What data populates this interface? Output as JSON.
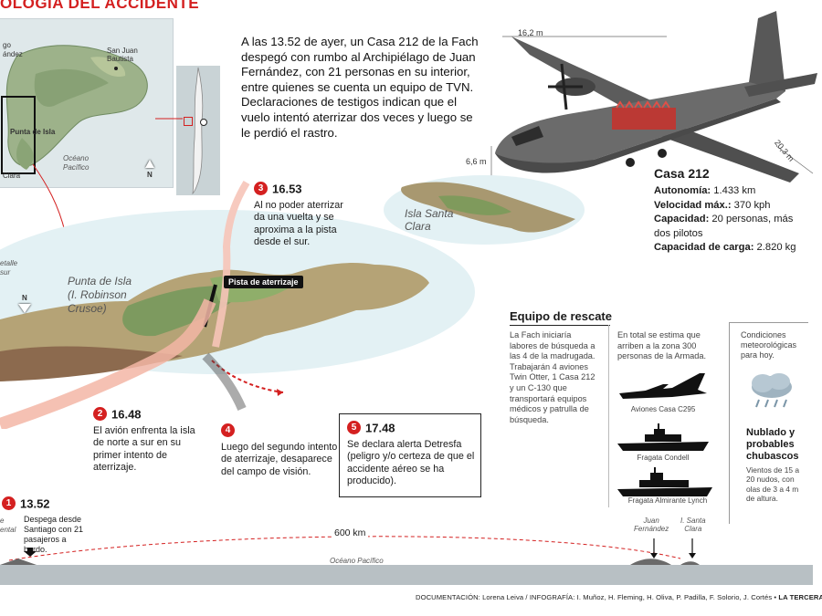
{
  "header": {
    "title": "OLOGÍA DEL ACCIDENTE"
  },
  "intro": {
    "text": "A las 13.52 de ayer, un Casa 212 de la Fach despegó con rumbo al Archipiélago de Juan Fernández, con 21 personas en su interior, entre quienes se cuenta un equipo de TVN. Declaraciones de testigos indican que el vuelo intentó aterrizar dos veces y luego se le perdió el rastro."
  },
  "inset_map": {
    "san_juan_bautista": "San Juan Bautista",
    "fragment_ndez": "ández",
    "fragment_go": "go",
    "punta_de_isla": "Punta de Isla",
    "fragment_clara": "Clara",
    "oceano_line1": "Océano",
    "oceano_line2": "Pacífico",
    "north": "N"
  },
  "main_map": {
    "isla_santa_clara_l1": "Isla Santa",
    "isla_santa_clara_l2": "Clara",
    "punta_de_isla_l1": "Punta de Isla",
    "punta_de_isla_l2": "(I. Robinson",
    "punta_de_isla_l3": "Crusoe)",
    "runway_label": "Pista de aterrizaje",
    "north": "N",
    "left_frag_1": "etalle",
    "left_frag_2": "sur"
  },
  "steps": [
    {
      "num": "1",
      "time": "13.52",
      "text": "Despega desde Santiago con 21 pasajeros a bordo."
    },
    {
      "num": "2",
      "time": "16.48",
      "text": "El avión enfrenta la isla de norte a sur en su primer intento de aterrizaje."
    },
    {
      "num": "3",
      "time": "16.53",
      "text": "Al no poder aterrizar da una vuelta y se aproxima a la pista desde el sur."
    },
    {
      "num": "4",
      "time": "",
      "text": "Luego del segundo intento de aterrizaje, desaparece del campo de visión."
    },
    {
      "num": "5",
      "time": "17.48",
      "text": "Se declara alerta Detresfa (peligro y/o certeza de que el accidente aéreo se ha producido)."
    }
  ],
  "step1_left_frag": {
    "l1": "e",
    "l2": "ental"
  },
  "plane": {
    "dim_span": "16,2 m",
    "dim_length": "20,3 m",
    "dim_height": "6,6 m",
    "name": "Casa 212",
    "specs": [
      {
        "label": "Autonomía:",
        "value": "1.433 km"
      },
      {
        "label": "Velocidad máx.:",
        "value": "370 kph"
      },
      {
        "label": "Capacidad:",
        "value": "20 personas, más dos pilotos"
      },
      {
        "label": "Capacidad de carga:",
        "value": "2.820 kg"
      }
    ]
  },
  "rescue": {
    "title": "Equipo de rescate",
    "col1": "La Fach iniciaría labores de búsqueda a las 4 de la madrugada. Trabajarán 4 aviones Twin Otter, 1 Casa 212 y un C-130 que transportará equipos médicos y patrulla de búsqueda.",
    "col2": "En total se estima que arriben a la zona 300 personas de la Armada.",
    "cap_plane": "Aviones Casa C295",
    "cap_ship1": "Fragata Condell",
    "cap_ship2": "Fragata Almirante Lynch",
    "weather_title": "Condiciones meteorológicas para hoy.",
    "weather_state": "Nublado y probables chubascos",
    "weather_detail": "Vientos de 15 a 20 nudos, con olas de 3 a 4 m de altura."
  },
  "profile": {
    "distance": "600 km",
    "ocean": "Océano Pacífico",
    "juan_l1": "Juan",
    "juan_l2": "Fernández",
    "clara_l1": "I. Santa",
    "clara_l2": "Clara"
  },
  "footer": {
    "credits": "DOCUMENTACIÓN: Lorena Leiva / INFOGRAFÍA: I. Muñoz, H. Fleming, H. Oliva, P. Padilla, F. Solorio, J. Cortés •",
    "brand": "LA TERCERA"
  }
}
